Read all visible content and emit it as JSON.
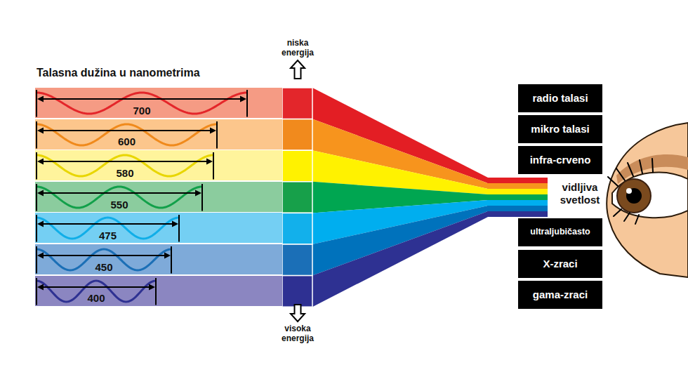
{
  "diagram": {
    "title": "Talasna dužina u nanometrima",
    "nodes": [
      {
        "text": [
          "700"
        ]
      },
      {
        "text": [
          "600"
        ]
      },
      {
        "text": [
          "580"
        ]
      },
      {
        "text": [
          "550"
        ]
      },
      {
        "text": [
          "475"
        ]
      },
      {
        "text": [
          "450"
        ]
      },
      {
        "text": [
          "400"
        ]
      },
      {
        "text": [
          "radio talasi"
        ]
      },
      {
        "text": [
          "mikro talasi"
        ]
      },
      {
        "text": [
          "infra-crveno"
        ]
      },
      {
        "text": [
          "ultraljubičasto"
        ]
      },
      {
        "text": [
          "X-zraci"
        ]
      },
      {
        "text": [
          "gama-zraci"
        ]
      }
    ],
    "labels": [
      "niska energija",
      "visoka energija",
      "vidljiva svetlost"
    ]
  }
}
